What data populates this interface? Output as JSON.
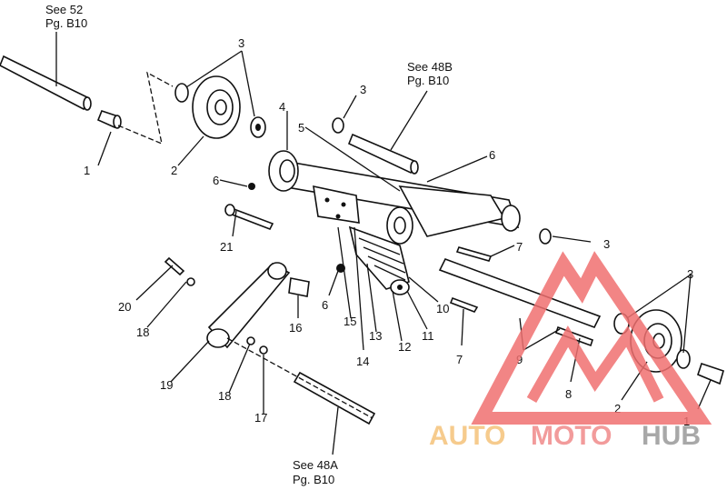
{
  "refs": {
    "see52": [
      "See 52",
      "Pg. B10"
    ],
    "see48b": [
      "See 48B",
      "Pg. B10"
    ],
    "see48a": [
      "See 48A",
      "Pg. B10"
    ]
  },
  "callouts": {
    "c1a": "1",
    "c1b": "1",
    "c2a": "2",
    "c2b": "2",
    "c3a": "3",
    "c3b": "3",
    "c3c": "3",
    "c3d": "3",
    "c4": "4",
    "c5": "5",
    "c6a": "6",
    "c6b": "6",
    "c6c": "6",
    "c7a": "7",
    "c7b": "7",
    "c8": "8",
    "c9": "9",
    "c10": "10",
    "c11": "11",
    "c12": "12",
    "c13": "13",
    "c14": "14",
    "c15": "15",
    "c16": "16",
    "c17": "17",
    "c18a": "18",
    "c18b": "18",
    "c19": "19",
    "c20": "20",
    "c21": "21"
  },
  "watermark": {
    "auto": "AUTO",
    "moto": "MOTO",
    "hub": "HUB",
    "colors": {
      "auto": "#f5c27a",
      "moto": "#f08a8a",
      "hub": "#9a9a9a",
      "triangle": "#f07070"
    }
  }
}
